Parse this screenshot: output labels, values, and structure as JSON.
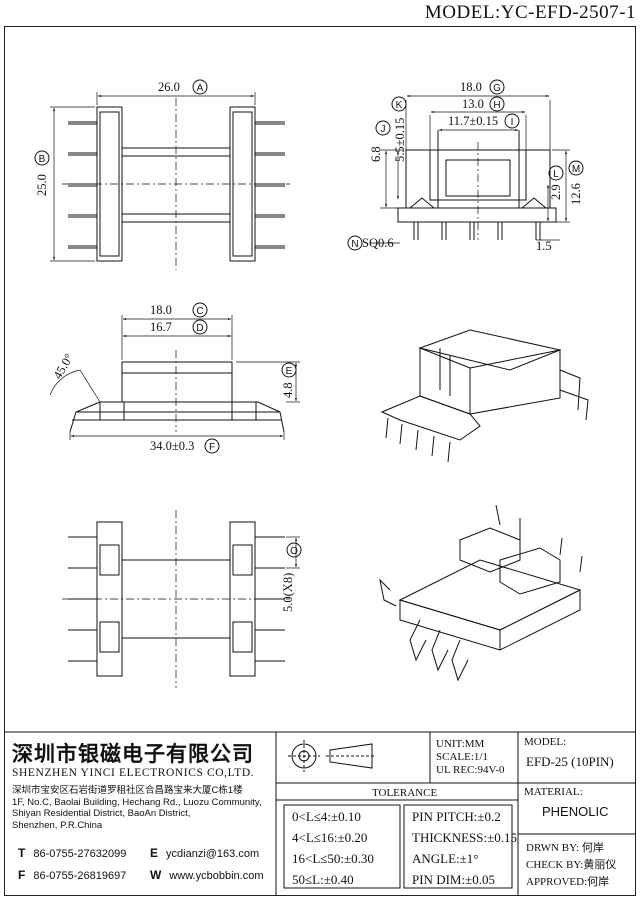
{
  "header": {
    "model_title": "MODEL:YC-EFD-2507-1"
  },
  "dimensions": {
    "top_view_width": "26.0",
    "top_view_width_tag": "A",
    "top_view_height": "25.0",
    "top_view_height_tag": "B",
    "end_view_width": "18.0",
    "end_view_width_tag": "G",
    "end_view_inner": "13.0",
    "end_view_inner_tag": "H",
    "end_view_slot": "11.7±0.15",
    "end_view_slot_tag": "I",
    "end_view_height1": "6.8",
    "end_view_height1_tag": "J",
    "end_view_height2": "5.5±0.15",
    "end_view_height2_tag": "K",
    "end_view_low": "2.9",
    "end_view_low_tag": "L",
    "end_view_total": "12.6",
    "end_view_total_tag": "M",
    "pin_sq": "SQ0.6",
    "pin_sq_tag": "N",
    "pin_len": "1.5",
    "side_width": "18.0",
    "side_width_tag": "C",
    "side_inner": "16.7",
    "side_inner_tag": "D",
    "side_angle": "45.0°",
    "side_height": "4.8",
    "side_height_tag": "E",
    "side_total": "34.0±0.3",
    "side_total_tag": "F",
    "bottom_tag": "O",
    "pitch": "5.0(X8)"
  },
  "company": {
    "name_cn": "深圳市银磁电子有限公司",
    "name_en": "SHENZHEN YINCI ELECTRONICS CO,LTD.",
    "address_cn": "深圳市宝安区石岩街道罗租社区合昌路宝来大厦C栋1楼",
    "address_en": [
      "1F, No.C, Baolai Building, Hechang Rd., Luozu Community,",
      "Shiyan Residential District, BaoAn District,",
      "Shenzhen, P.R.China"
    ],
    "tel_label": "T",
    "tel": "86-0755-27632099",
    "fax_label": "F",
    "fax": "86-0755-26819697",
    "email_label": "E",
    "email": "ycdianzi@163.com",
    "web_label": "W",
    "web": "www.ycbobbin.com"
  },
  "spec": {
    "unit": "UNIT:MM",
    "scale": "SCALE:1/1",
    "ul": "UL REC:94V-0",
    "model_label": "MODEL:",
    "model_value": "EFD-25 (10PIN)",
    "material_label": "MATERIAL:",
    "material_value": "PHENOLIC",
    "tolerance_title": "TOLERANCE",
    "tol_left": [
      "0<L≤4:±0.10",
      "4<L≤16:±0.20",
      "16<L≤50:±0.30",
      "50≤L:±0.40"
    ],
    "tol_right": [
      "PIN PITCH:±0.2",
      "THICKNESS:±0.15",
      "ANGLE:±1°",
      "PIN DIM:±0.05"
    ],
    "drawn": "DRWN BY: 何岸",
    "check": "CHECK BY:黄丽仪",
    "approved": "APPROVED:何岸"
  }
}
